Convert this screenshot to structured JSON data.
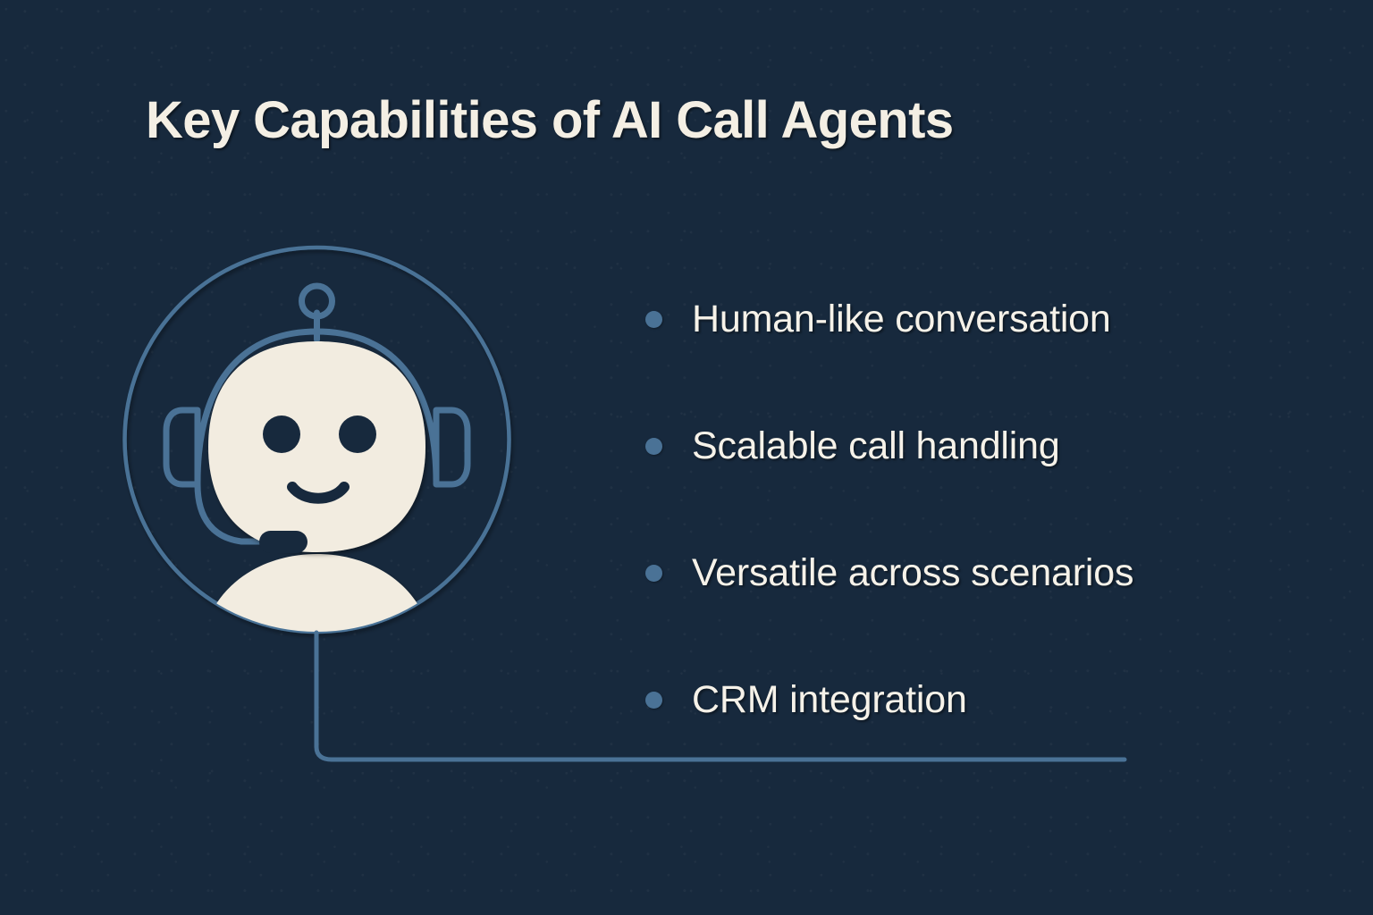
{
  "slide": {
    "title": "Key Capabilities of AI Call Agents",
    "background_color": "#17293d",
    "accent_color": "#4a7296",
    "text_color": "#f4efe4",
    "figure_fill_color": "#f2ece0"
  },
  "bullets": [
    {
      "label": "Human-like conversation",
      "dot": "bullet-dot"
    },
    {
      "label": "Scalable call handling",
      "dot": "bullet-dot"
    },
    {
      "label": "Versatile across scenarios",
      "dot": "bullet-dot"
    },
    {
      "label": "CRM integration",
      "dot": "bullet-dot"
    }
  ],
  "illustration": {
    "name": "ai-call-agent-robot",
    "parts": {
      "circle_frame": "circle-frame",
      "antenna": "antenna-icon",
      "headband": "headset-band",
      "left_earcup": "headset-left-earcup",
      "right_earcup": "headset-right-earcup",
      "mic_boom": "headset-mic-boom",
      "mic_tip": "headset-mic-tip",
      "head": "robot-head",
      "left_eye": "robot-left-eye",
      "right_eye": "robot-right-eye",
      "mouth": "robot-smile",
      "body": "robot-shoulders"
    }
  },
  "connector": {
    "name": "connector-line",
    "color": "#4a7296"
  }
}
